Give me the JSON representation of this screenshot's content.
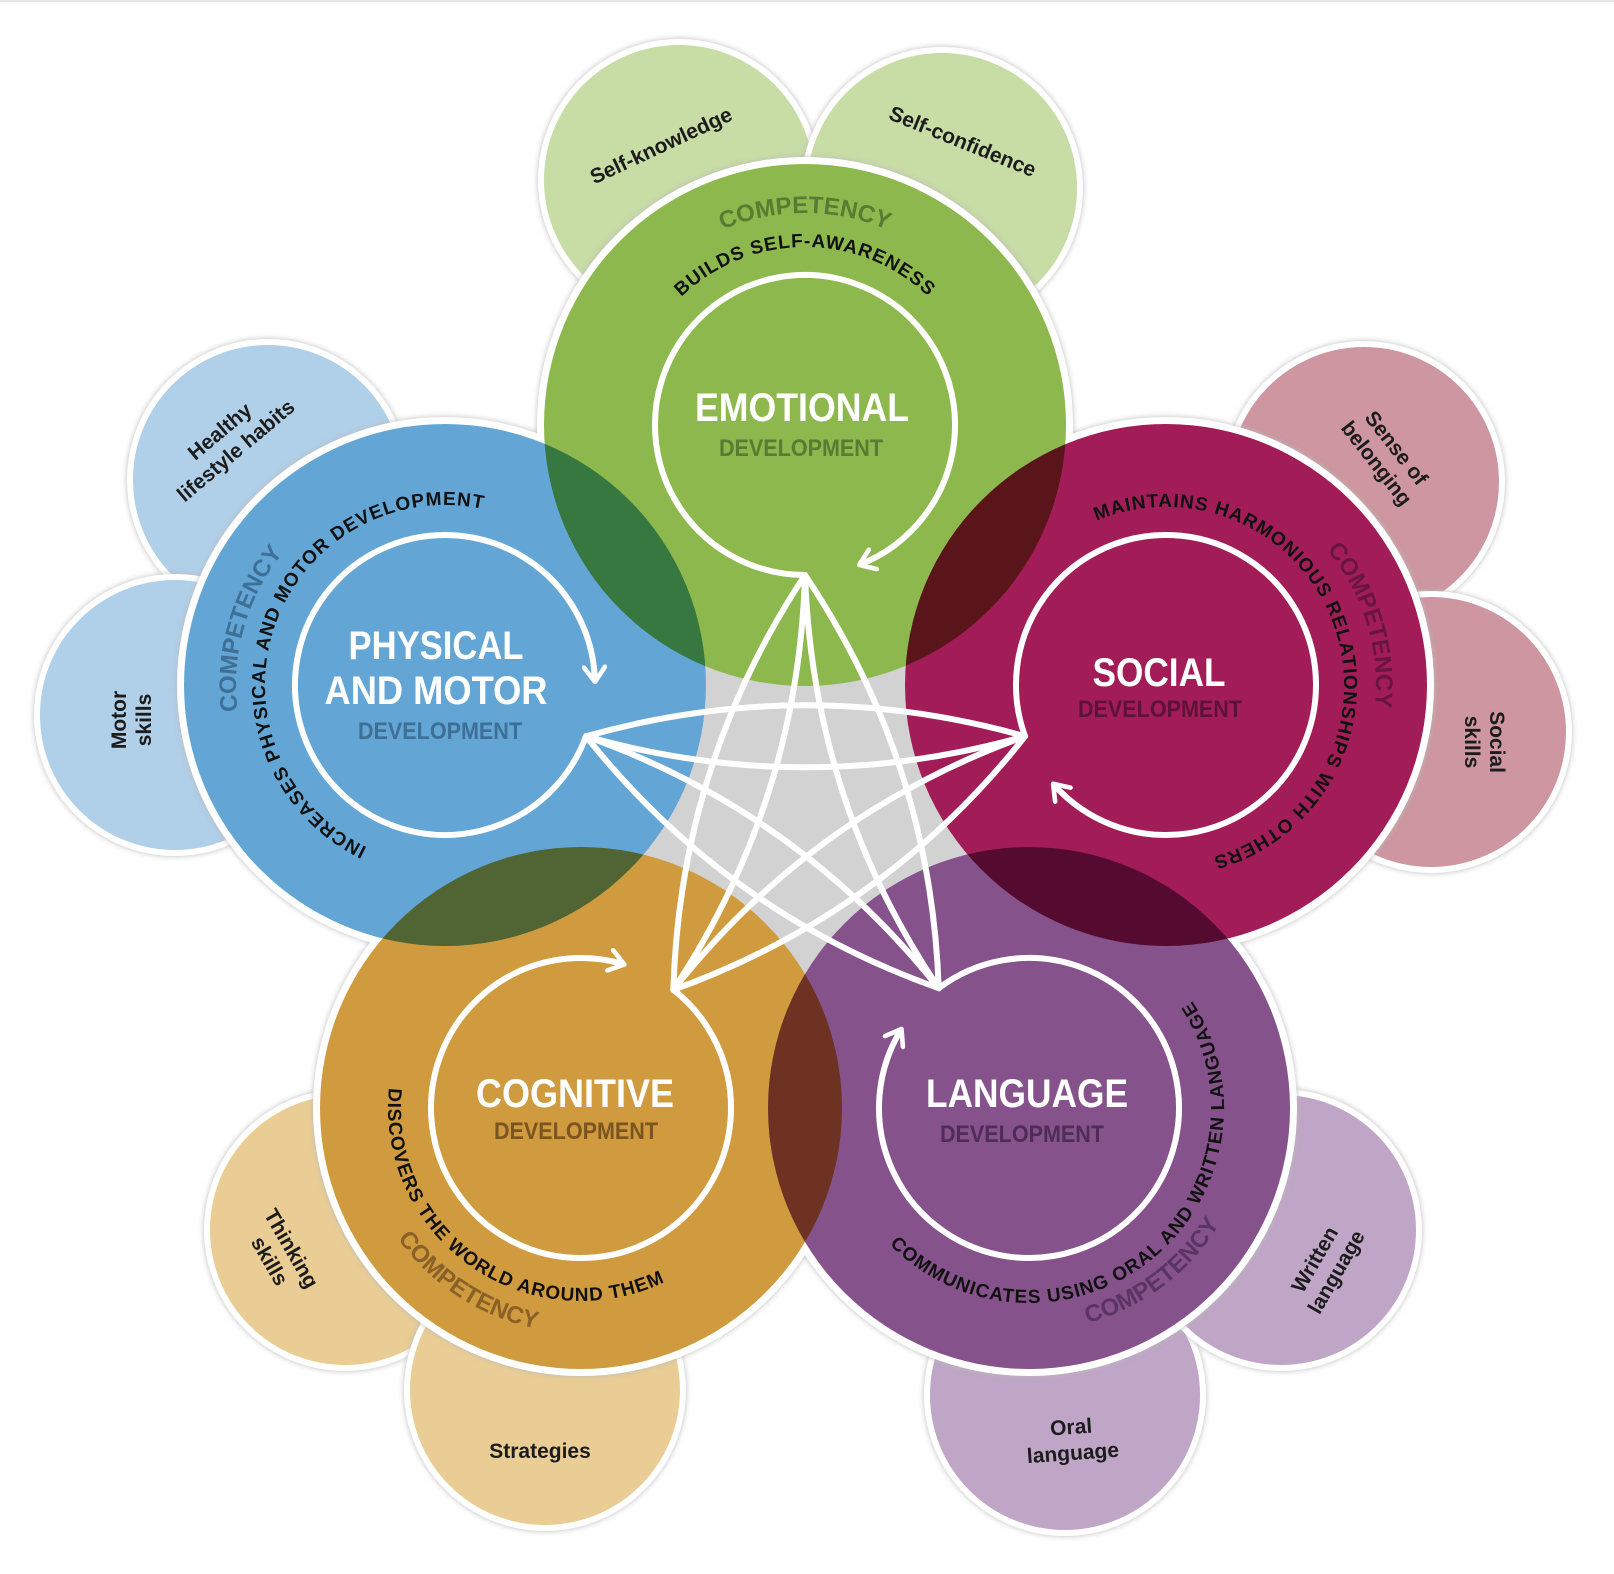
{
  "colors": {
    "emotional": "#8db84e",
    "physical": "#63a6d5",
    "social": "#a21d57",
    "cognitive": "#d09a3e",
    "language": "#86528c",
    "center": "#d2d2d2"
  },
  "emotional": {
    "title": "EMOTIONAL",
    "subtitle": "DEVELOPMENT",
    "competency_label": "COMPETENCY",
    "competency": "BUILDS SELF-AWARENESS",
    "skills": [
      "Self-knowledge",
      "Self-confidence"
    ]
  },
  "physical": {
    "title_line1": "PHYSICAL",
    "title_line2": "AND MOTOR",
    "subtitle": "DEVELOPMENT",
    "competency_label": "COMPETENCY",
    "competency": "INCREASES PHYSICAL AND MOTOR DEVELOPMENT",
    "skills": [
      {
        "line1": "Healthy",
        "line2": "lifestyle habits"
      },
      {
        "line1": "Motor",
        "line2": "skills"
      }
    ]
  },
  "social": {
    "title": "SOCIAL",
    "subtitle": "DEVELOPMENT",
    "competency_label": "COMPETENCY",
    "competency": "MAINTAINS HARMONIOUS RELATIONSHIPS WITH OTHERS",
    "skills": [
      {
        "line1": "Sense of",
        "line2": "belonging"
      },
      {
        "line1": "Social",
        "line2": "skills"
      }
    ]
  },
  "cognitive": {
    "title": "COGNITIVE",
    "subtitle": "DEVELOPMENT",
    "competency_label": "COMPETENCY",
    "competency": "DISCOVERS THE WORLD AROUND THEM",
    "skills": [
      {
        "line1": "Thinking",
        "line2": "skills"
      },
      {
        "line1": "Strategies"
      }
    ]
  },
  "language": {
    "title": "LANGUAGE",
    "subtitle": "DEVELOPMENT",
    "competency_label": "COMPETENCY",
    "competency": "COMMUNICATES USING ORAL AND WRITTEN LANGUAGE",
    "skills": [
      {
        "line1": "Oral",
        "line2": "language"
      },
      {
        "line1": "Written",
        "line2": "language"
      }
    ]
  }
}
